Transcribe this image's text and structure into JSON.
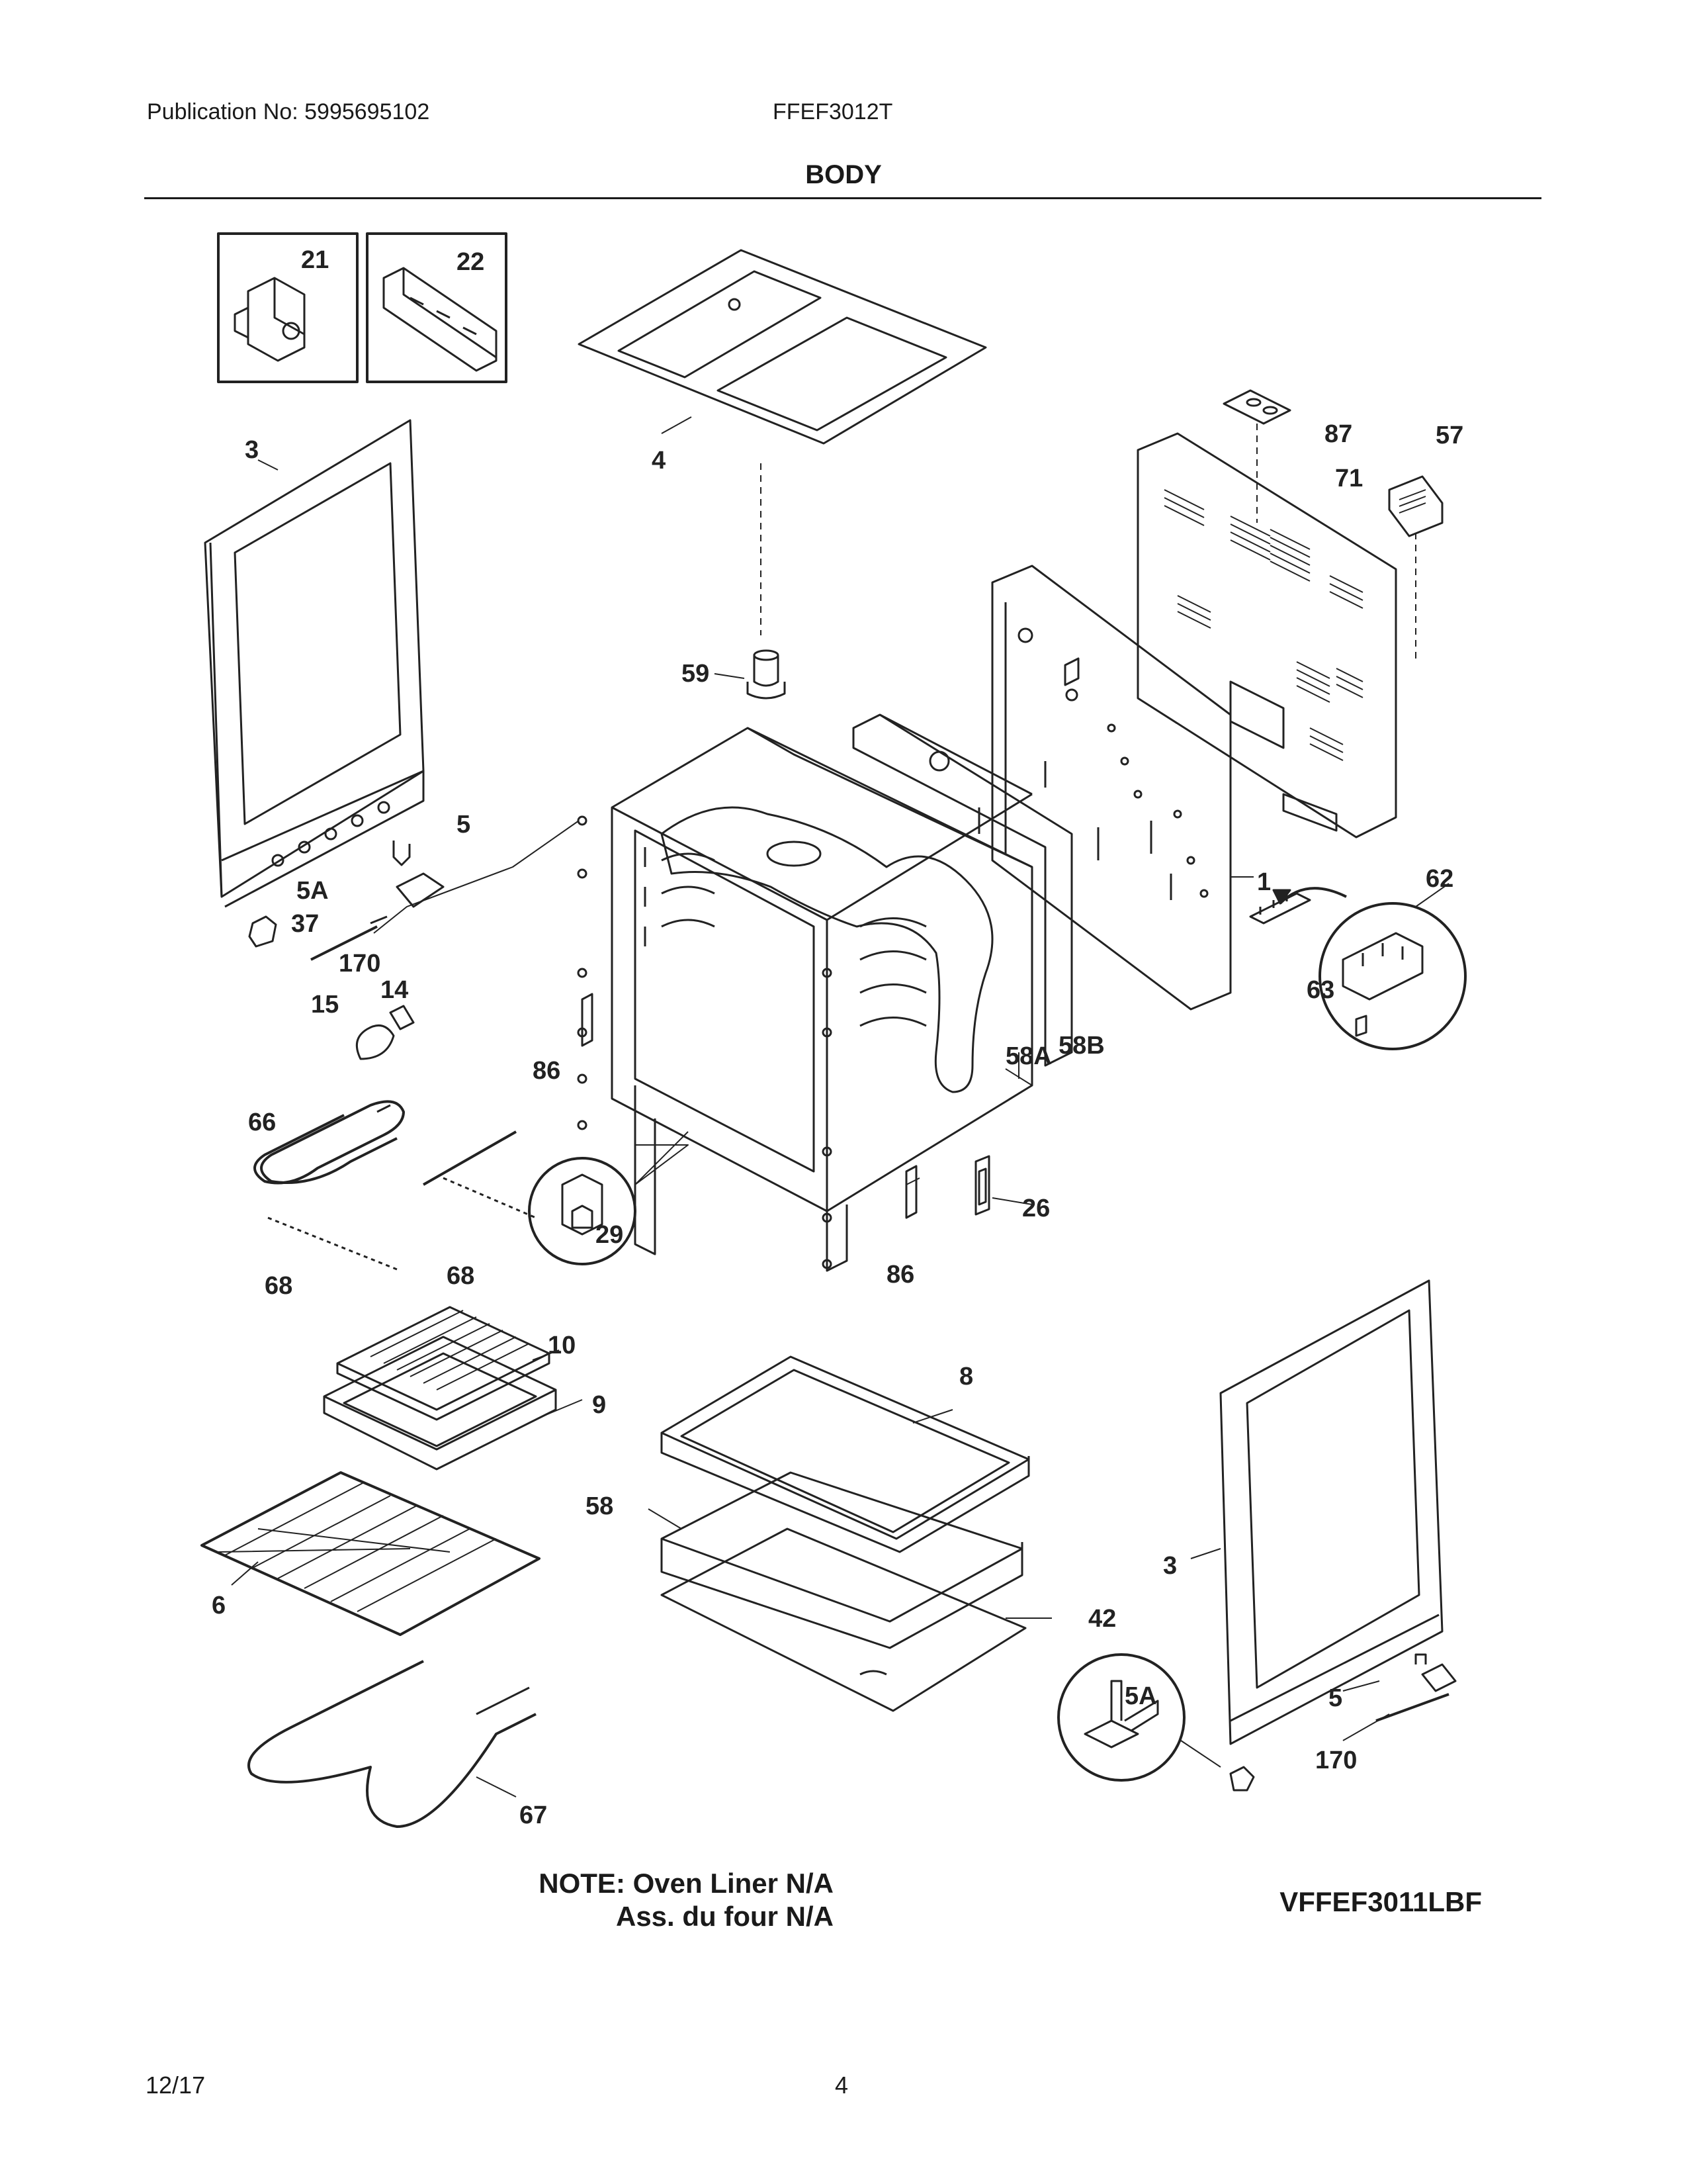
{
  "header": {
    "publication": "Publication No: 5995695102",
    "model": "FFEF3012T",
    "title": "BODY"
  },
  "callouts": {
    "c21": "21",
    "c22": "22",
    "c3a": "3",
    "c4": "4",
    "c87": "87",
    "c57": "57",
    "c71": "71",
    "c59": "59",
    "c5a": "5",
    "c5A_a": "5A",
    "c37": "37",
    "c170a": "170",
    "c14": "14",
    "c15": "15",
    "c1": "1",
    "c62": "62",
    "c63": "63",
    "c86a": "86",
    "c58A": "58A",
    "c58B": "58B",
    "c66": "66",
    "c26": "26",
    "c29": "29",
    "c68a": "68",
    "c68b": "68",
    "c86b": "86",
    "c10": "10",
    "c8": "8",
    "c9": "9",
    "c58": "58",
    "c3b": "3",
    "c42": "42",
    "c6": "6",
    "c5A_b": "5A",
    "c5b": "5",
    "c170b": "170",
    "c67": "67"
  },
  "notes": {
    "line1": "NOTE: Oven Liner N/A",
    "line2": "Ass. du four N/A",
    "diagram_id": "VFFEF3011LBF"
  },
  "footer": {
    "date": "12/17",
    "page": "4"
  }
}
